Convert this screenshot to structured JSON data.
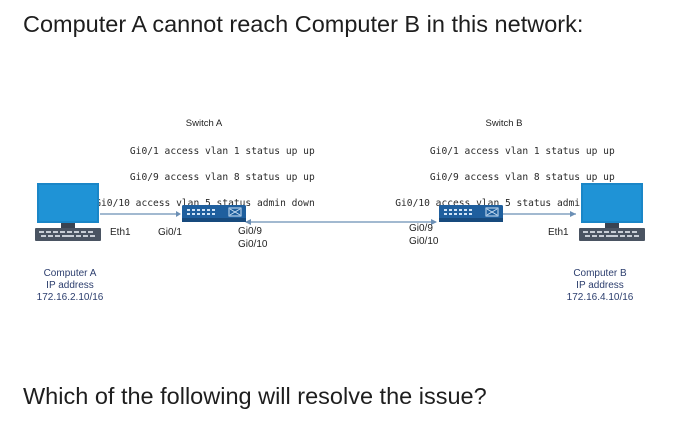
{
  "question": {
    "title": "Computer A cannot reach Computer B in this network:",
    "prompt": "Which of the following will resolve the issue?"
  },
  "switch_a": {
    "name": "Switch A",
    "config": [
      "Gi0/1 access vlan 1 status up up",
      "Gi0/9 access vlan 8 status up up",
      "Gi0/10 access vlan 5 status admin down"
    ],
    "ports": {
      "to_host": "Gi0/1",
      "uplink_1": "Gi0/9",
      "uplink_2": "Gi0/10"
    }
  },
  "switch_b": {
    "name": "Switch B",
    "config": [
      "Gi0/1 access vlan 1 status up up",
      "Gi0/9 access vlan 8 status up up",
      "Gi0/10 access vlan 5 status admin down"
    ],
    "ports": {
      "uplink_1": "Gi0/9",
      "uplink_2": "Gi0/10"
    }
  },
  "computer_a": {
    "interface": "Eth1",
    "name": "Computer A",
    "ip_label": "IP address",
    "ip": "172.16.2.10/16"
  },
  "computer_b": {
    "interface": "Eth1",
    "name": "Computer B",
    "ip_label": "IP address",
    "ip": "172.16.4.10/16"
  },
  "colors": {
    "monitor": "#1a86c7",
    "link": "#6b8fb5",
    "switch": "#1f5f9e",
    "host_text": "#2c3e6e"
  },
  "icons": {
    "computer": "desktop-computer-icon",
    "switch": "network-switch-icon"
  }
}
